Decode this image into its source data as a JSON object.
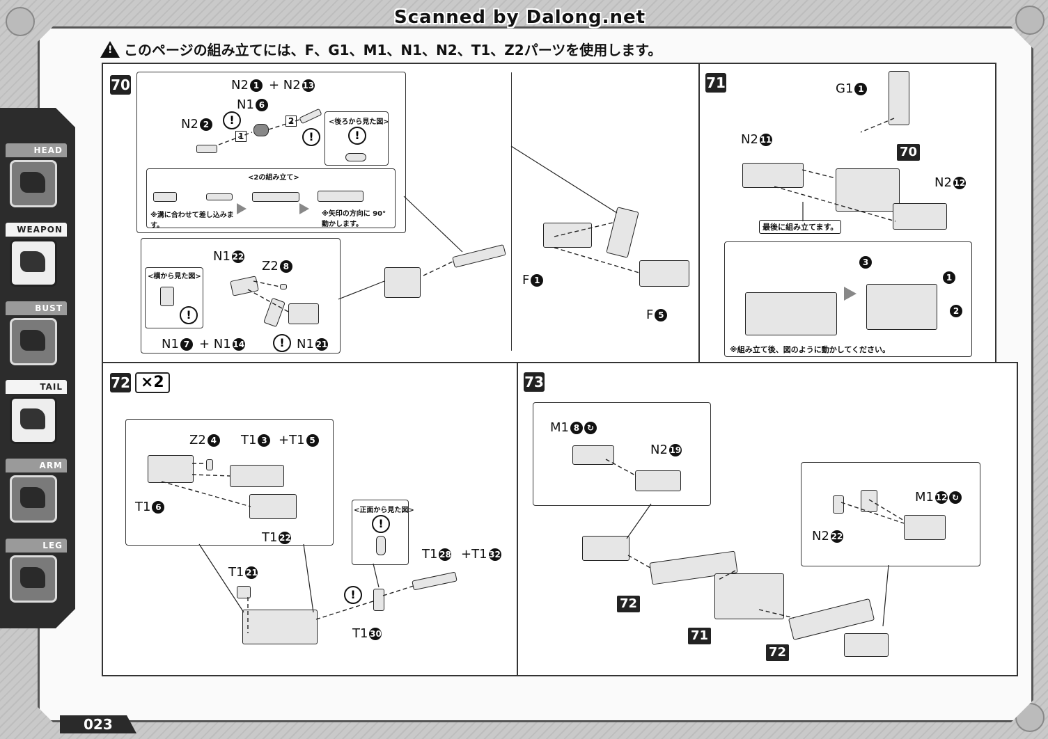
{
  "scan_banner": "Scanned by Dalong.net",
  "warning": "このページの組み立てには、F、G1、M1、N1、N2、T1、Z2パーツを使用します。",
  "sidebar": {
    "tabs": [
      {
        "label": "HEAD"
      },
      {
        "label": "WEAPON"
      },
      {
        "label": "BUST"
      },
      {
        "label": "TAIL"
      },
      {
        "label": "ARM"
      },
      {
        "label": "LEG"
      }
    ]
  },
  "page_number": "023",
  "steps": {
    "s70": {
      "num": "70",
      "labels": [
        "N2",
        "+ N2",
        "N1",
        "N2",
        "N1",
        "Z2",
        "N1",
        "+ N1",
        "N1"
      ],
      "nums": [
        "1",
        "13",
        "6",
        "2",
        "22",
        "8",
        "7",
        "14",
        "21"
      ],
      "back_view": "<後ろから見た図>",
      "assembly2_title": "<2の組み立て>",
      "note1": "※溝に合わせて差し込みます。",
      "note2": "※矢印の方向に 90°動かします。",
      "side_view": "<横から見た図>",
      "sub_nums": [
        "1",
        "2"
      ],
      "f_labels": [
        "F",
        "F"
      ],
      "f_nums": [
        "1",
        "5"
      ]
    },
    "s71": {
      "num": "71",
      "ref": "70",
      "g1": "G1",
      "g1n": "1",
      "n2a": "N2",
      "n2an": "11",
      "n2b": "N2",
      "n2bn": "12",
      "last": "最後に組み立てます。",
      "after_note": "※組み立て後、図のように動かしてください。",
      "move_nums": [
        "3",
        "1",
        "2"
      ]
    },
    "s72": {
      "num": "72",
      "mult": "×2",
      "z2": "Z2",
      "z2n": "4",
      "t1a": "T1",
      "t1an": "3",
      "t1b": "+T1",
      "t1bn": "5",
      "t1c": "T1",
      "t1cn": "6",
      "t1d": "T1",
      "t1dn": "22",
      "t1e": "T1",
      "t1en": "21",
      "front_view": "<正面から見た図>",
      "t1f": "T1",
      "t1fn": "28",
      "t1g": "+T1",
      "t1gn": "32",
      "t1h": "T1",
      "t1hn": "30"
    },
    "s73": {
      "num": "73",
      "m1a": "M1",
      "m1an": "8",
      "n2a": "N2",
      "n2an": "19",
      "m1b": "M1",
      "m1bn": "12",
      "n2b": "N2",
      "n2bn": "22",
      "refs": [
        "72",
        "71",
        "72"
      ]
    }
  }
}
